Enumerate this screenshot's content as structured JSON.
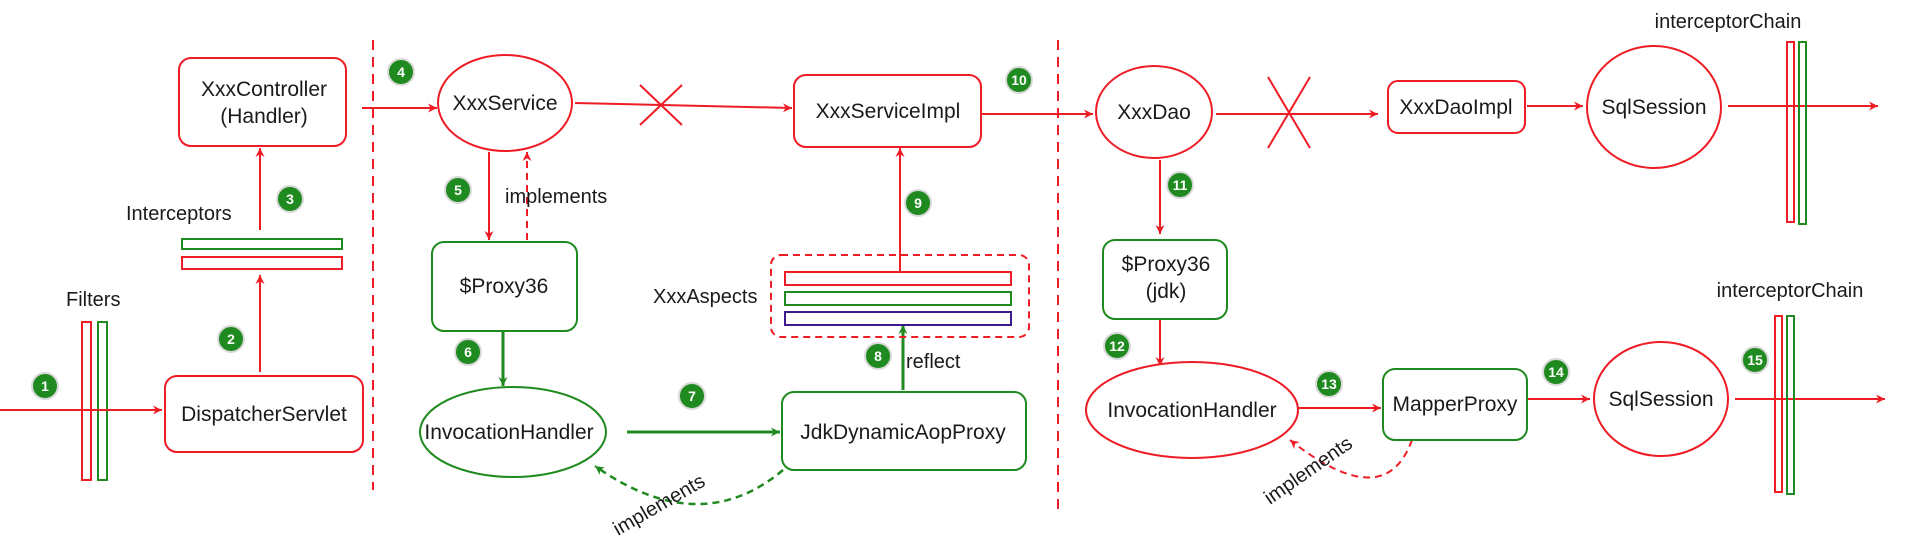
{
  "colors": {
    "red": "#ee1c25",
    "green": "#1f8a1f",
    "purple": "#3d1a8c",
    "badge": "#1f8a1f",
    "text": "#1a1a1a"
  },
  "nodes": {
    "controller": {
      "line1": "XxxController",
      "line2": "(Handler)"
    },
    "dispatcher": {
      "label": "DispatcherServlet"
    },
    "service": {
      "label": "XxxService"
    },
    "proxy36_a": {
      "label": "$Proxy36"
    },
    "invocation_a": {
      "label": "InvocationHandler"
    },
    "jdk_aop_proxy": {
      "label": "JdkDynamicAopProxy"
    },
    "service_impl": {
      "label": "XxxServiceImpl"
    },
    "dao": {
      "label": "XxxDao"
    },
    "dao_impl": {
      "label": "XxxDaoImpl"
    },
    "sqlsession_top": {
      "label": "SqlSession"
    },
    "proxy36_jdk": {
      "line1": "$Proxy36",
      "line2": "(jdk)"
    },
    "invocation_b": {
      "label": "InvocationHandler"
    },
    "mapper_proxy": {
      "label": "MapperProxy"
    },
    "sqlsession_bottom": {
      "label": "SqlSession"
    }
  },
  "labels": {
    "filters": "Filters",
    "interceptors": "Interceptors",
    "implements_service": "implements",
    "implements_invocation": "implements",
    "implements_mapper": "implements",
    "xxx_aspects": "XxxAspects",
    "reflect": "reflect",
    "interceptor_chain_top": "interceptorChain",
    "interceptor_chain_bottom": "interceptorChain"
  },
  "steps": [
    "1",
    "2",
    "3",
    "4",
    "5",
    "6",
    "7",
    "8",
    "9",
    "10",
    "11",
    "12",
    "13",
    "14",
    "15"
  ]
}
